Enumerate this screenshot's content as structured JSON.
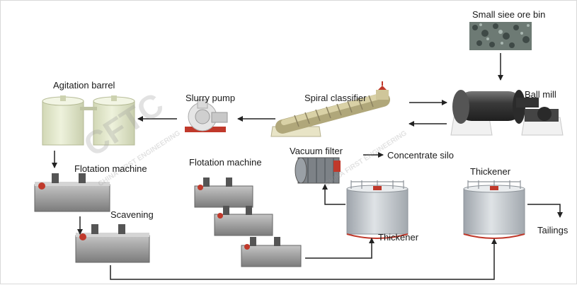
{
  "labels": {
    "ore_bin": "Small siee ore bin",
    "ball_mill": "Ball mill",
    "spiral_classifier": "Spiral classifier",
    "slurry_pump": "Slurry pump",
    "agitation_barrel": "Agitation barrel",
    "flotation_machine_left": "Flotation machine",
    "flotation_machine_mid": "Flotation machine",
    "scavening": "Scavening",
    "vacuum_filter": "Vacuum filter",
    "concentrate_silo": "Concentrate silo",
    "thickener_mid": "Thickener",
    "thickener_right": "Thickener",
    "tailings": "Tailings"
  },
  "watermark": {
    "logo": "CFTC",
    "text": "CHINA FIRST ENGINEERING"
  },
  "colors": {
    "arrow": "#222222",
    "tank": "#e6ebd0",
    "machine": "#8a8a8a",
    "thickener": "#bfc3c7",
    "rim": "#c0392b"
  }
}
